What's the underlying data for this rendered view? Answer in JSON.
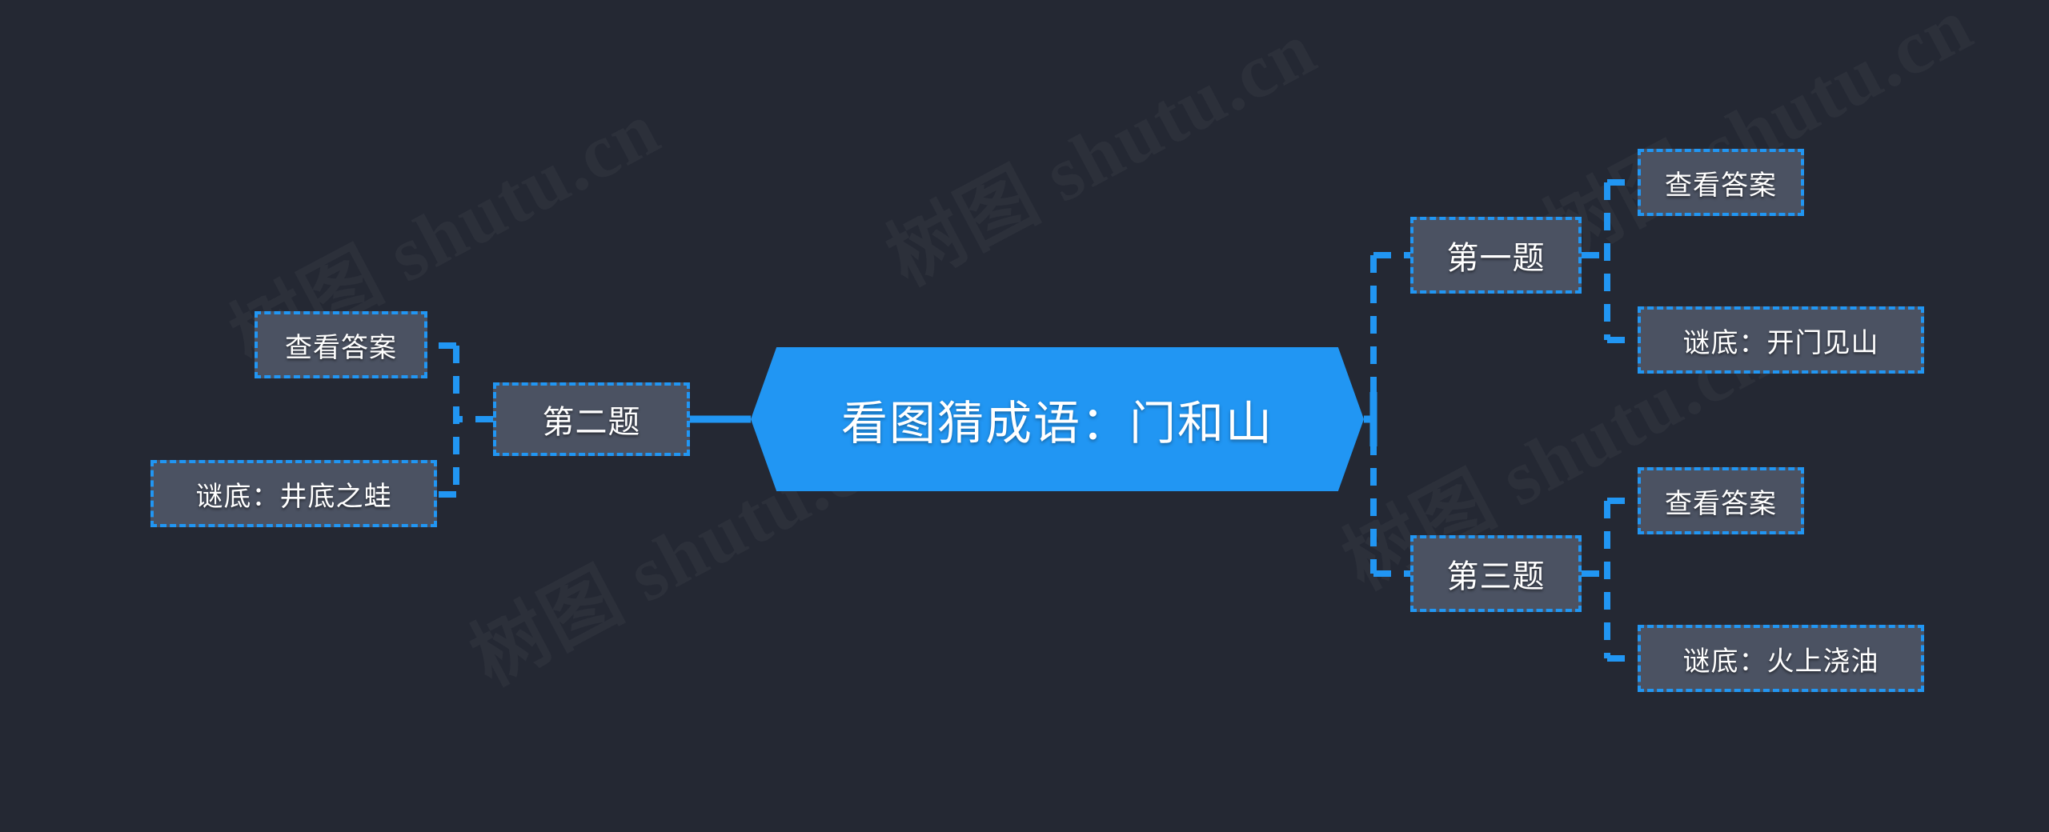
{
  "canvas": {
    "background_color": "#242833",
    "accent_color": "#2196f3",
    "node_fill_color": "#4b5262",
    "node_text_color": "#ffffff"
  },
  "watermark": {
    "text": "树图 shutu.cn"
  },
  "central": {
    "label": "看图猜成语：门和山"
  },
  "branches": {
    "left": [
      {
        "label": "第二题",
        "children": [
          {
            "label": "查看答案"
          },
          {
            "label": "谜底：井底之蛙"
          }
        ]
      }
    ],
    "right": [
      {
        "label": "第一题",
        "children": [
          {
            "label": "查看答案"
          },
          {
            "label": "谜底：开门见山"
          }
        ]
      },
      {
        "label": "第三题",
        "children": [
          {
            "label": "查看答案"
          },
          {
            "label": "谜底：火上浇油"
          }
        ]
      }
    ]
  }
}
